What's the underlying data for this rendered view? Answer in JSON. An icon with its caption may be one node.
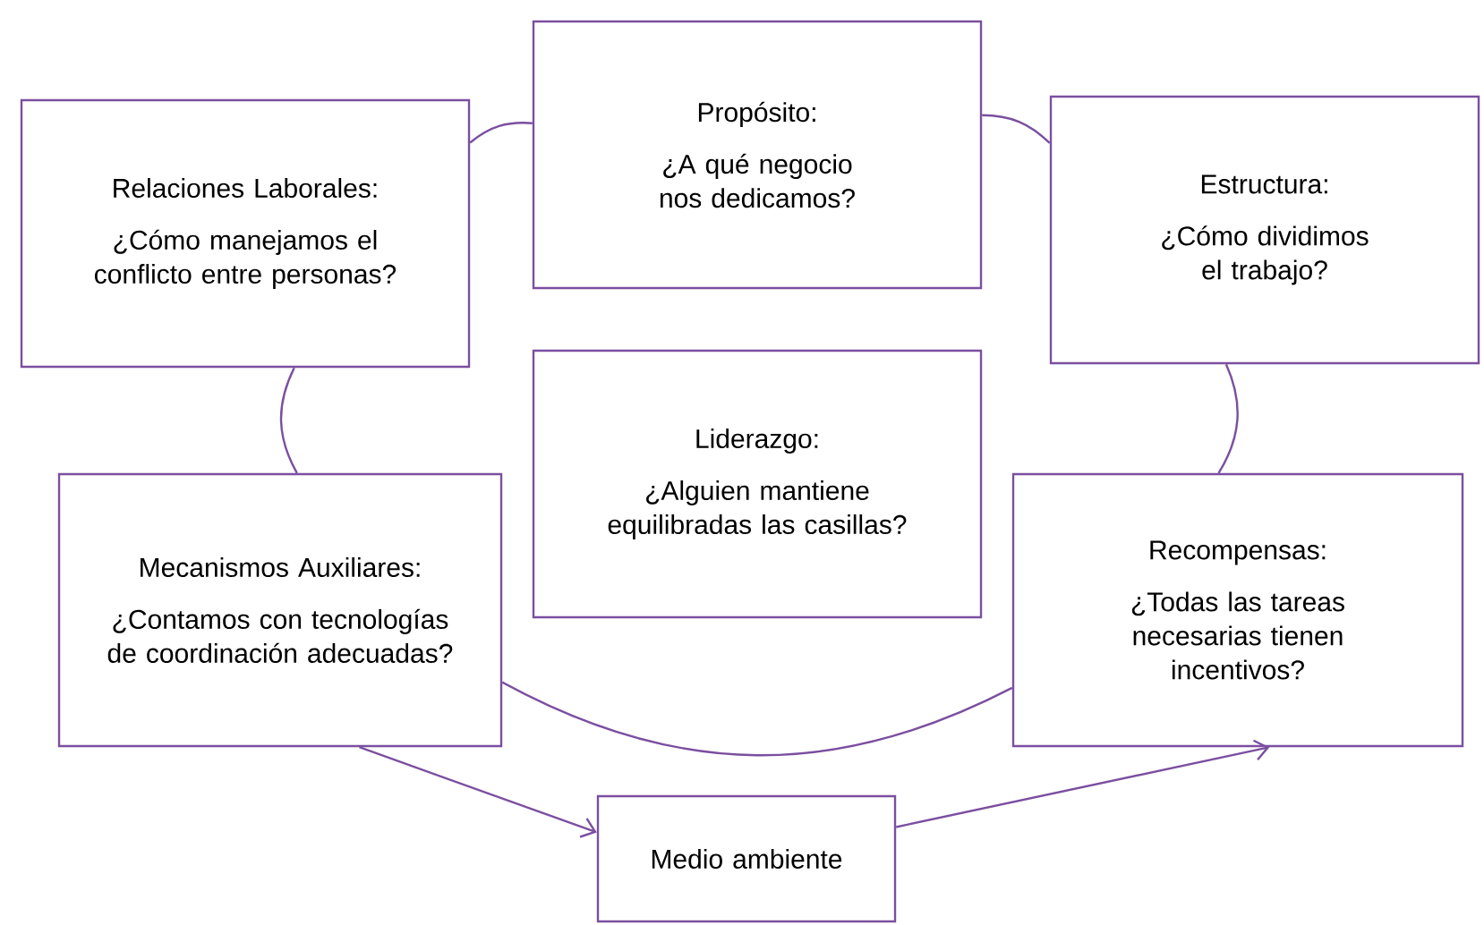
{
  "diagram": {
    "nodes": [
      {
        "text": [
          "Propósito:",
          "¿A qué negocio nos dedicamos?"
        ]
      },
      {
        "text": [
          "Relaciones Laborales:",
          "¿Cómo manejamos el conflicto entre personas?"
        ]
      },
      {
        "text": [
          "Estructura:",
          "¿Cómo dividimos el trabajo?"
        ]
      },
      {
        "text": [
          "Liderazgo:",
          "¿Alguien mantiene equilibradas las casillas?"
        ]
      },
      {
        "text": [
          "Mecanismos Auxiliares:",
          "¿Contamos con tecnologías de coordinación adecuadas?"
        ]
      },
      {
        "text": [
          "Recompensas:",
          "¿Todas las tareas necesarias tienen incentivos?"
        ]
      },
      {
        "text": [
          "Medio ambiente"
        ]
      }
    ],
    "edges": [
      {
        "from": 1,
        "to": 0,
        "arrow": "none"
      },
      {
        "from": 0,
        "to": 2,
        "arrow": "none"
      },
      {
        "from": 2,
        "to": 5,
        "arrow": "none"
      },
      {
        "from": 5,
        "to": 4,
        "arrow": "none"
      },
      {
        "from": 4,
        "to": 1,
        "arrow": "none"
      },
      {
        "from": 4,
        "to": 6,
        "arrow": "to"
      },
      {
        "from": 6,
        "to": 5,
        "arrow": "to"
      }
    ]
  }
}
